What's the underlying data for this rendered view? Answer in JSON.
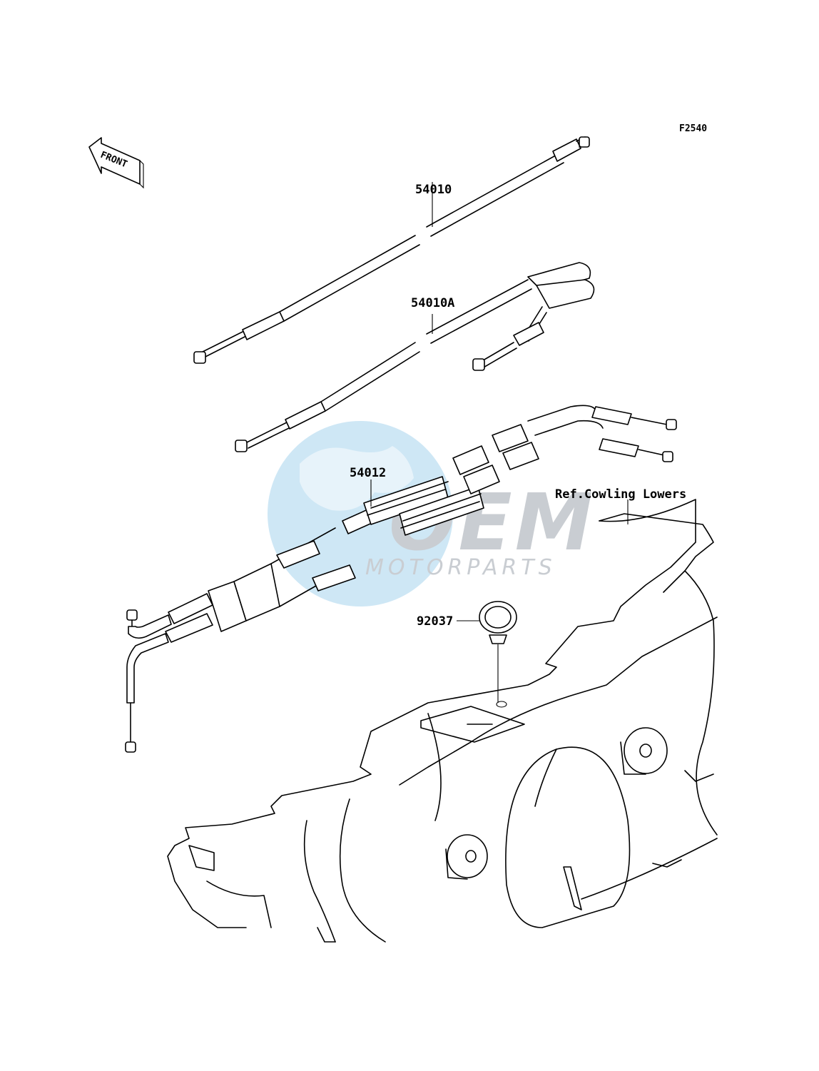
{
  "diagram": {
    "code": "F2540",
    "front_label": "FRONT",
    "parts": [
      {
        "number": "54010"
      },
      {
        "number": "54010A"
      },
      {
        "number": "54012"
      },
      {
        "number": "92037"
      }
    ],
    "reference": "Ref.Cowling Lowers"
  },
  "watermark": {
    "brand": "OEM",
    "tagline": "MOTORPARTS",
    "colors": {
      "globe": "#c6e3f3",
      "text": "#c9cdd2"
    }
  }
}
